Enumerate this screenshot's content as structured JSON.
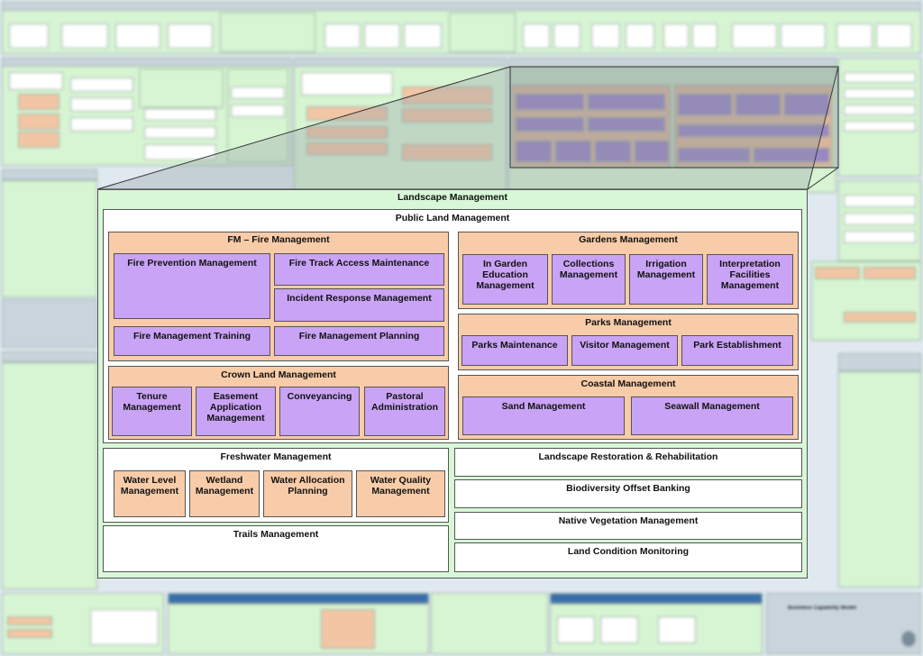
{
  "landscape": {
    "title": "Landscape Management",
    "public": {
      "title": "Public Land Management",
      "fire": {
        "title": "FM – Fire Management",
        "prevention": "Fire Prevention Management",
        "track": "Fire Track Access Maintenance",
        "incident": "Incident Response Management",
        "training": "Fire Management Training",
        "planning": "Fire Management Planning"
      },
      "crown": {
        "title": "Crown Land Management",
        "tenure": "Tenure Management",
        "easement": "Easement Application Management",
        "conveyancing": "Conveyancing",
        "pastoral": "Pastoral Administration"
      },
      "gardens": {
        "title": "Gardens Management",
        "education": "In Garden Education Management",
        "collections": "Collections Management",
        "irrigation": "Irrigation Management",
        "interpretation": "Interpretation Facilities Management"
      },
      "parks": {
        "title": "Parks Management",
        "maintenance": "Parks Maintenance",
        "visitor": "Visitor Management",
        "establishment": "Park Establishment"
      },
      "coastal": {
        "title": "Coastal Management",
        "sand": "Sand Management",
        "seawall": "Seawall Management"
      }
    },
    "freshwater": {
      "title": "Freshwater Management",
      "level": "Water Level Management",
      "wetland": "Wetland Management",
      "allocation": "Water Allocation Planning",
      "quality": "Water Quality Management"
    },
    "trails": "Trails Management",
    "restoration": "Landscape Restoration & Rehabilitation",
    "biodiversity": "Biodiversity Offset Banking",
    "vegetation": "Native Vegetation Management",
    "monitoring": "Land Condition Monitoring"
  },
  "background": {
    "legend_title": "Business Capability Model"
  }
}
